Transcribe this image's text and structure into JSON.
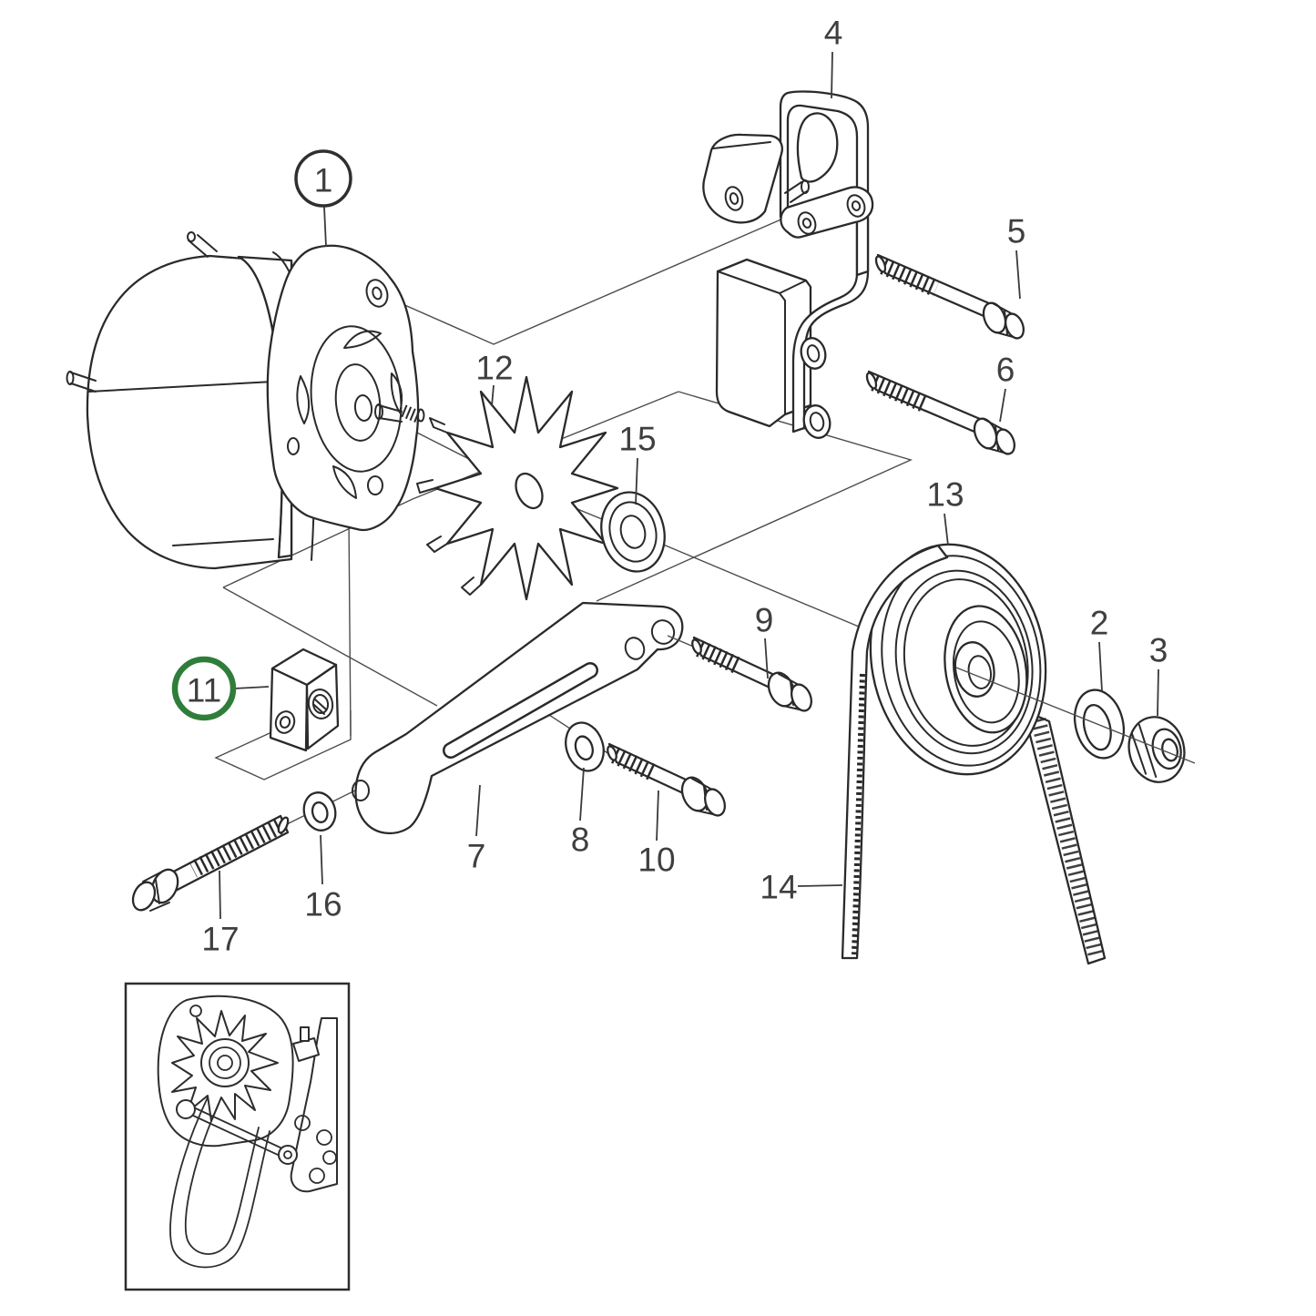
{
  "figure": {
    "background": "#ffffff",
    "line_color": "#2a2a2a",
    "label_color": "#3f3f3f",
    "muted_label_color": "#8e8e8e",
    "highlight_color": "#2f7d3a",
    "callout_circle_color": "#2f2f2f"
  },
  "callouts": [
    {
      "label": "1",
      "style": "circled"
    },
    {
      "label": "2",
      "style": "plain"
    },
    {
      "label": "3",
      "style": "plain"
    },
    {
      "label": "4",
      "style": "plain"
    },
    {
      "label": "5",
      "style": "plain"
    },
    {
      "label": "6",
      "style": "plain"
    },
    {
      "label": "7",
      "style": "plain"
    },
    {
      "label": "8",
      "style": "plain"
    },
    {
      "label": "9",
      "style": "plain"
    },
    {
      "label": "10",
      "style": "plain"
    },
    {
      "label": "11",
      "style": "circled-highlight"
    },
    {
      "label": "12",
      "style": "muted"
    },
    {
      "label": "13",
      "style": "plain"
    },
    {
      "label": "14",
      "style": "plain"
    },
    {
      "label": "15",
      "style": "plain"
    },
    {
      "label": "16",
      "style": "plain"
    },
    {
      "label": "17",
      "style": "plain"
    }
  ],
  "highlighted_part": "11"
}
